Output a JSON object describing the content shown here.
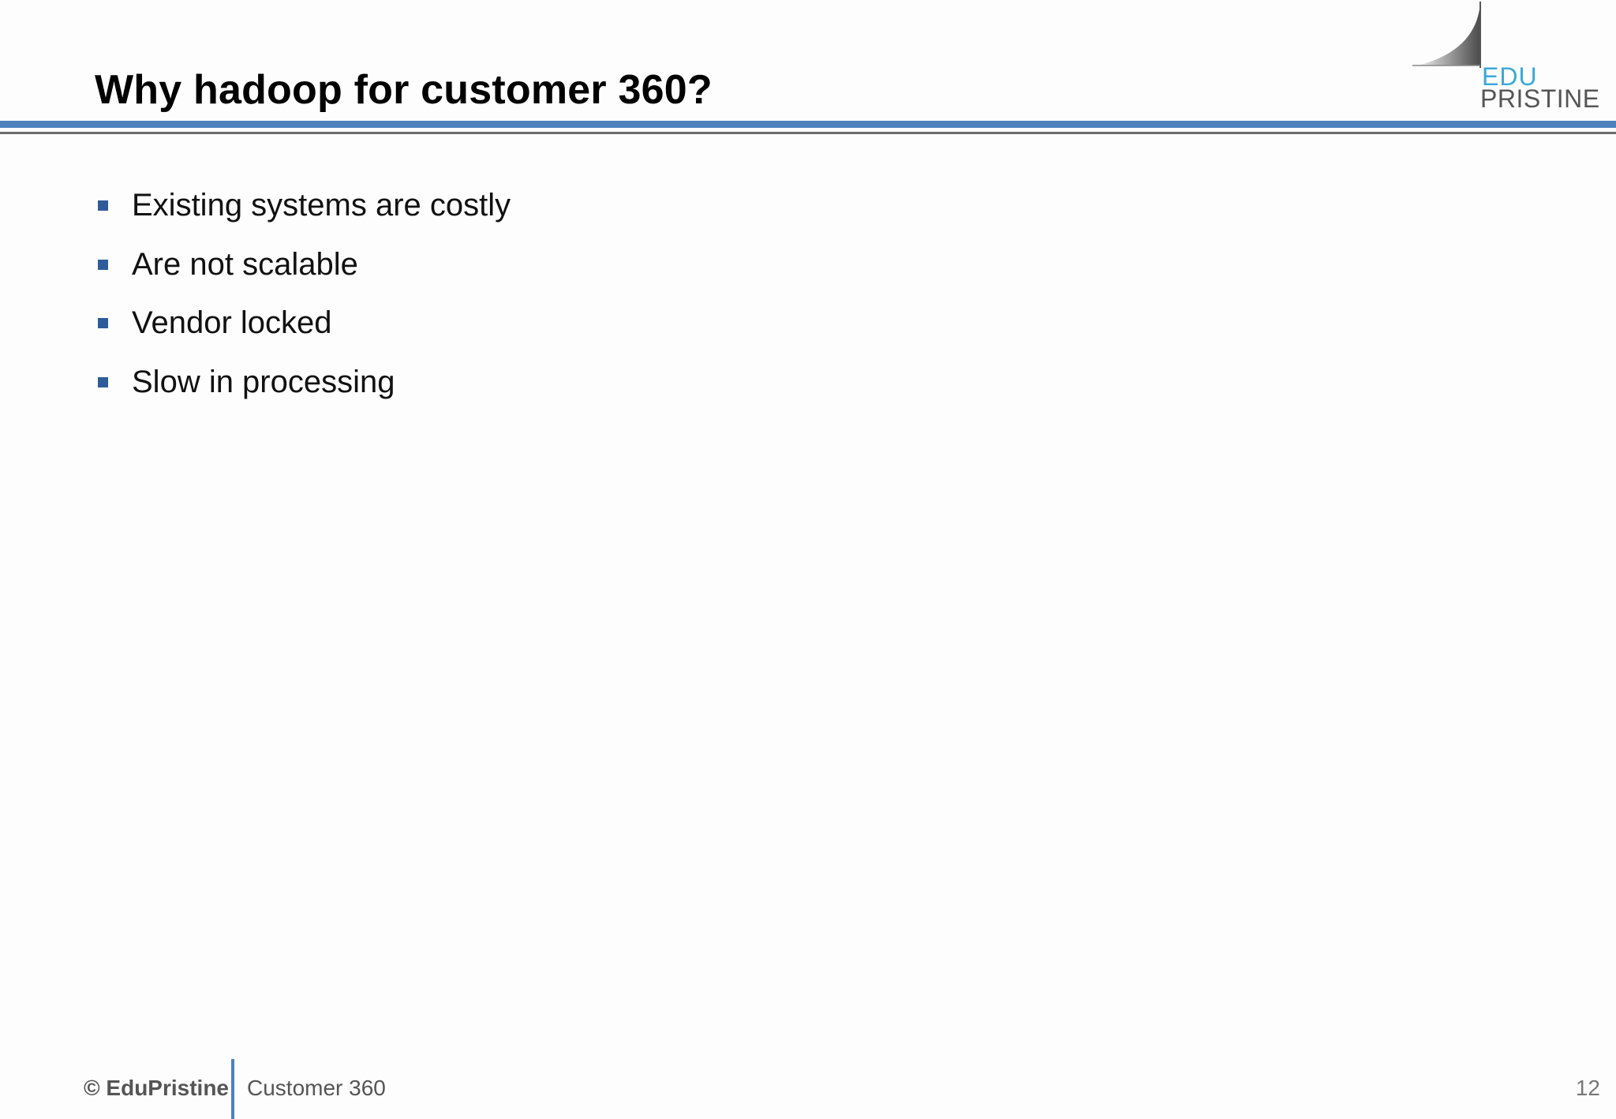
{
  "slide": {
    "title": "Why hadoop for customer 360?",
    "bullets": [
      "Existing systems are costly",
      "Are not scalable",
      "Vendor locked",
      "Slow in processing"
    ]
  },
  "logo": {
    "line1": "EDU",
    "line2": "PRISTINE"
  },
  "footer": {
    "copyright": "© EduPristine",
    "course": "Customer 360",
    "page_number": "12"
  },
  "colors": {
    "accent_blue": "#4f81bd",
    "bullet_blue": "#2e5c9a",
    "logo_cyan": "#3aa8d8"
  }
}
